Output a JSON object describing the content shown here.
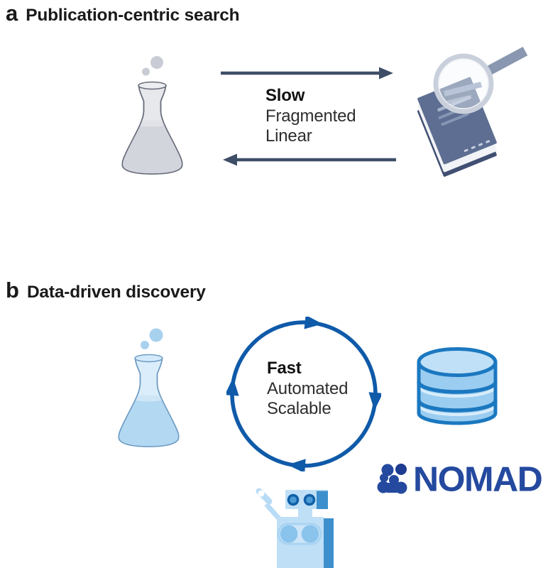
{
  "figure": {
    "panel_a": {
      "label": "a",
      "title": "Publication-centric search",
      "keywords": [
        "Slow",
        "Fragmented",
        "Linear"
      ],
      "icons": [
        "flask-icon",
        "arrow-right-icon",
        "arrow-left-icon",
        "publication-magnifier-icon"
      ]
    },
    "panel_b": {
      "label": "b",
      "title": "Data-driven discovery",
      "keywords": [
        "Fast",
        "Automated",
        "Scalable"
      ],
      "logo_text": "NOMAD",
      "icons": [
        "flask-icon",
        "cycle-arrows-icon",
        "database-icon",
        "nomad-logo",
        "robot-icon"
      ]
    },
    "colors": {
      "arrow_slate": "#3e4e67",
      "cycle_blue": "#0f5aa9",
      "nomad_blue": "#24499f",
      "database_outline": "#1b78c0",
      "database_fill": "#9bcdf0",
      "flask_a_fill": "#e7e8ec",
      "flask_b_fill": "#dbedfa",
      "book_cover": "#5d6e92",
      "robot_light": "#bfdff7",
      "robot_accent": "#3e8fcd",
      "text_dark": "#1a1a1a"
    }
  }
}
